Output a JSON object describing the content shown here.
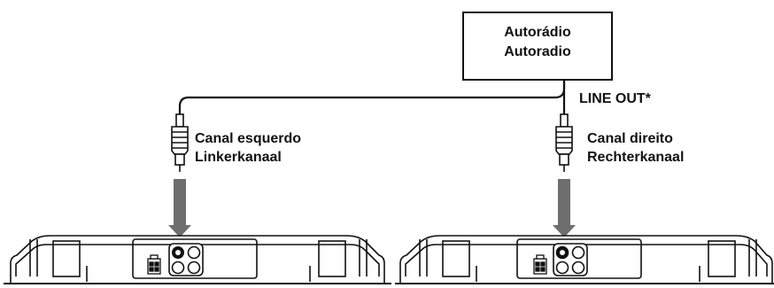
{
  "source_unit": {
    "name_line1": "Autorádio",
    "name_line2": "Autoradio"
  },
  "output_label": "LINE OUT",
  "output_footnote_marker": "*",
  "left_channel": {
    "line1": "Canal esquerdo",
    "line2": "Linkerkanaal"
  },
  "right_channel": {
    "line1": "Canal direito",
    "line2": "Rechterkanaal"
  },
  "colors": {
    "line": "#111111",
    "arrow": "#6e6e6e",
    "background": "#ffffff"
  }
}
